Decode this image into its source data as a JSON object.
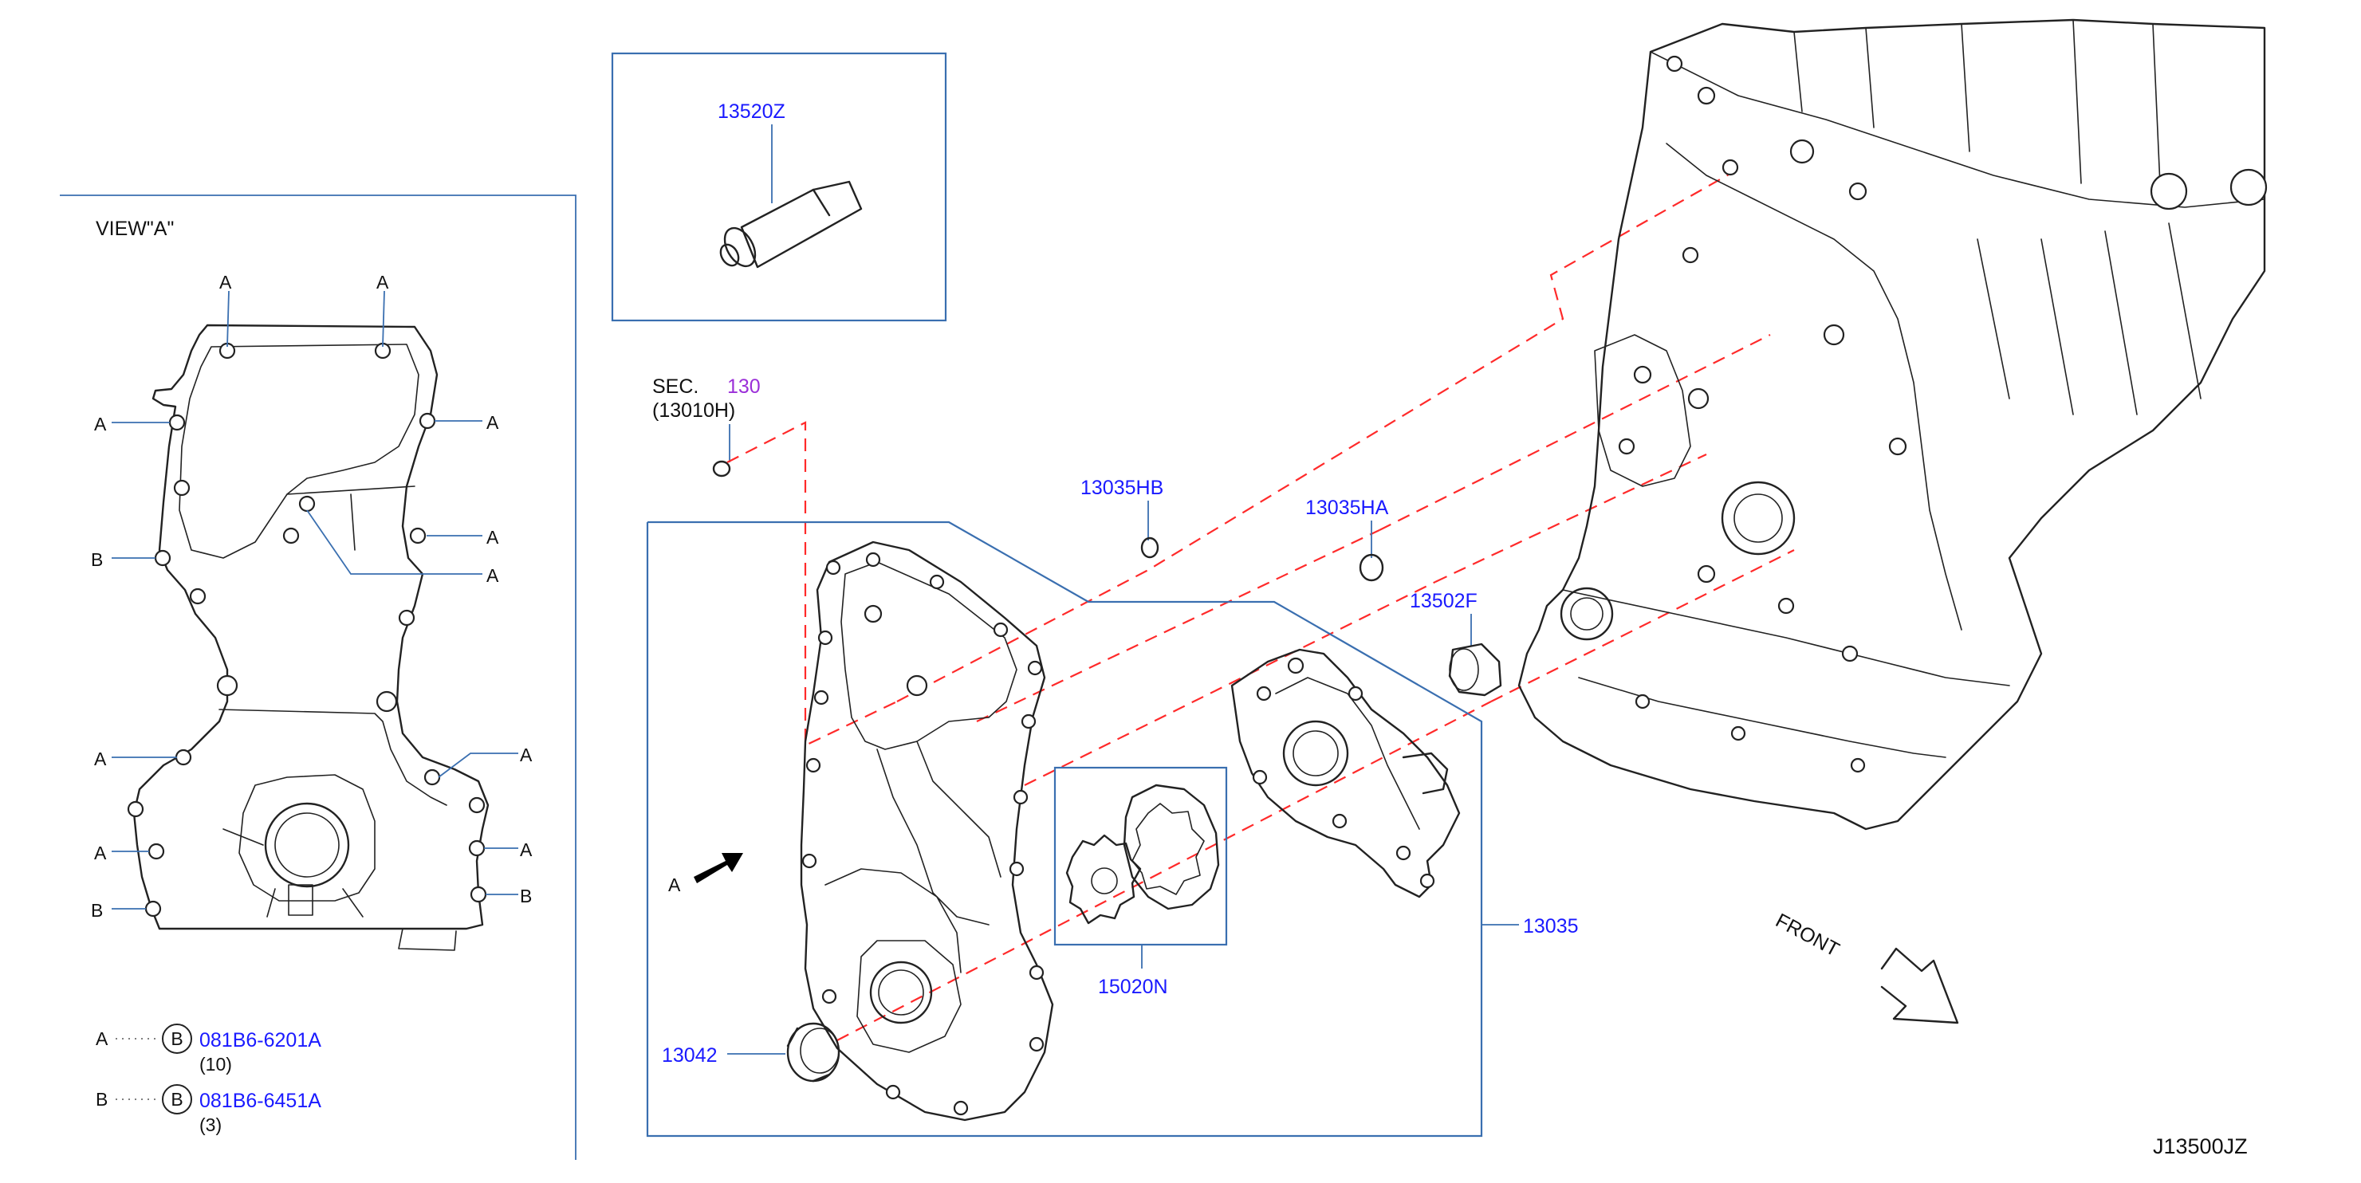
{
  "view_a": {
    "title": "VIEW\"A\"",
    "marker_a": "A",
    "marker_b": "B"
  },
  "legend": [
    {
      "key": "A",
      "circle": "B",
      "part": "081B6-6201A",
      "qty": "(10)"
    },
    {
      "key": "B",
      "circle": "B",
      "part": "081B6-6451A",
      "qty": "(3)"
    }
  ],
  "section_ref": {
    "prefix": "SEC.",
    "number": "130",
    "sub": "(13010H)"
  },
  "parts": {
    "sealant": "13520Z",
    "cap_hb": "13035HB",
    "cap_ha": "13035HA",
    "spacer": "13502F",
    "cover_assy": "13035",
    "rotor_set": "15020N",
    "oil_seal": "13042"
  },
  "arrow_label": "A",
  "front_label": "FRONT",
  "diagram_code": "J13500JZ",
  "colors": {
    "part_number": "#1a1aff",
    "section_number": "#9b2fd8",
    "leader": "#3a6fb0",
    "centerline": "#ff2a2a",
    "drawing": "#222222"
  }
}
